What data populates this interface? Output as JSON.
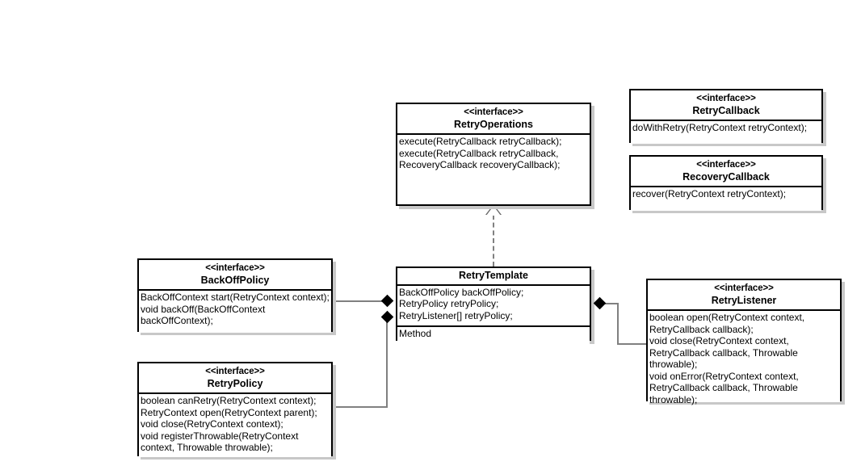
{
  "diagram": {
    "title": "Spring Retry UML class diagram",
    "type": "uml-class-diagram",
    "colors": {
      "background": "#ffffff",
      "box_border": "#000000",
      "box_fill": "#ffffff",
      "shadow": "#c8c8c8",
      "connector": "#808080",
      "text": "#000000"
    }
  },
  "classes": {
    "retry_operations": {
      "stereotype": "<<interface>>",
      "name": "RetryOperations",
      "methods": [
        "execute(RetryCallback retryCallback);",
        "execute(RetryCallback retryCallback,",
        "RecoveryCallback recoveryCallback);"
      ]
    },
    "retry_callback": {
      "stereotype": "<<interface>>",
      "name": "RetryCallback",
      "methods": [
        "doWithRetry(RetryContext retryContext);"
      ]
    },
    "recovery_callback": {
      "stereotype": "<<interface>>",
      "name": "RecoveryCallback",
      "methods": [
        "recover(RetryContext retryContext);"
      ]
    },
    "back_off_policy": {
      "stereotype": "<<interface>>",
      "name": "BackOffPolicy",
      "methods": [
        "BackOffContext start(RetryContext context);",
        "void backOff(BackOffContext",
        "backOffContext);"
      ]
    },
    "retry_policy": {
      "stereotype": "<<interface>>",
      "name": "RetryPolicy",
      "methods": [
        "boolean canRetry(RetryContext context);",
        "RetryContext open(RetryContext parent);",
        "void close(RetryContext context);",
        "void registerThrowable(RetryContext",
        "context, Throwable throwable);"
      ]
    },
    "retry_template": {
      "stereotype": "",
      "name": "RetryTemplate",
      "attributes": [
        "BackOffPolicy backOffPolicy;",
        "RetryPolicy retryPolicy;",
        "RetryListener[] retryPolicy;"
      ],
      "methods": [
        "Method"
      ]
    },
    "retry_listener": {
      "stereotype": "<<interface>>",
      "name": "RetryListener",
      "methods": [
        "boolean open(RetryContext context,",
        "RetryCallback callback);",
        "void close(RetryContext context,",
        "RetryCallback callback, Throwable",
        "throwable);",
        "void onError(RetryContext context,",
        "RetryCallback callback, Throwable",
        "throwable);"
      ]
    }
  },
  "relationships": [
    {
      "kind": "realization",
      "from": "RetryTemplate",
      "to": "RetryOperations",
      "style": "dashed-with-hollow-triangle"
    },
    {
      "kind": "composition",
      "from": "RetryTemplate",
      "to": "BackOffPolicy",
      "style": "filled-diamond"
    },
    {
      "kind": "composition",
      "from": "RetryTemplate",
      "to": "RetryPolicy",
      "style": "filled-diamond"
    },
    {
      "kind": "composition",
      "from": "RetryTemplate",
      "to": "RetryListener",
      "style": "filled-diamond"
    }
  ]
}
